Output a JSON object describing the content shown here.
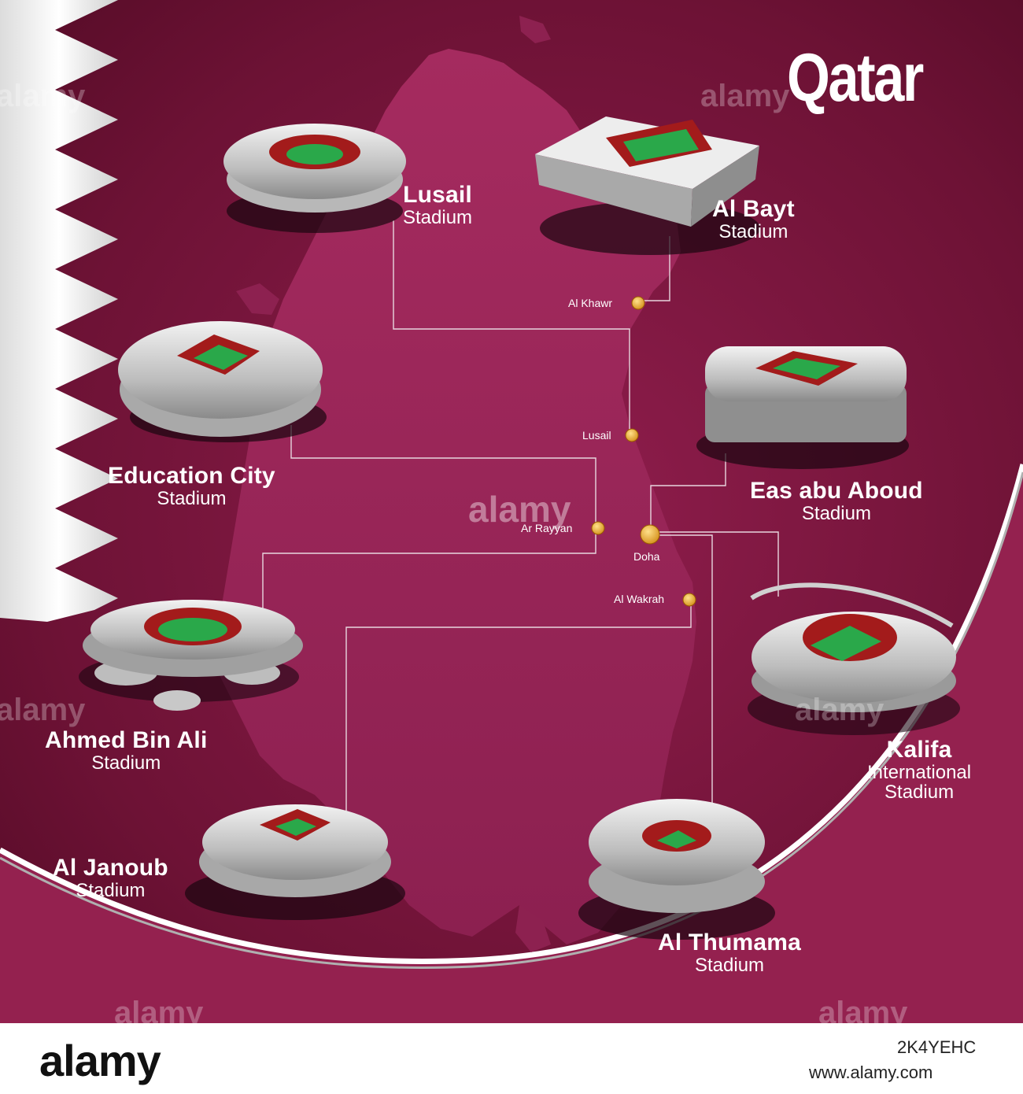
{
  "title": "Qatar",
  "colors": {
    "maroon": "#8a1538",
    "background": "#5e0b2a",
    "land": "#9b2657",
    "marker": "#f5b82e"
  },
  "stadiums": [
    {
      "id": "lusail",
      "name": "Lusail",
      "sub": "Stadium"
    },
    {
      "id": "al-bayt",
      "name": "Al Bayt",
      "sub": "Stadium"
    },
    {
      "id": "education-city",
      "name": "Education City",
      "sub": "Stadium"
    },
    {
      "id": "eas-abu-aboud",
      "name": "Eas abu Aboud",
      "sub": "Stadium"
    },
    {
      "id": "ahmed-bin-ali",
      "name": "Ahmed Bin Ali",
      "sub": "Stadium"
    },
    {
      "id": "kalifa",
      "name": "Kalifa",
      "sub": "International",
      "sub2": "Stadium"
    },
    {
      "id": "al-janoub",
      "name": "Al Janoub",
      "sub": "Stadium"
    },
    {
      "id": "al-thumama",
      "name": "Al Thumama",
      "sub": "Stadium"
    }
  ],
  "cities": [
    {
      "id": "al-khawr",
      "name": "Al Khawr"
    },
    {
      "id": "lusail",
      "name": "Lusail"
    },
    {
      "id": "ar-rayyan",
      "name": "Ar Rayyan"
    },
    {
      "id": "doha",
      "name": "Doha"
    },
    {
      "id": "al-wakrah",
      "name": "Al Wakrah"
    }
  ],
  "watermark": "alamy",
  "footer": {
    "logo": "alamy",
    "image_id": "2K4YEHC",
    "url": "www.alamy.com"
  }
}
